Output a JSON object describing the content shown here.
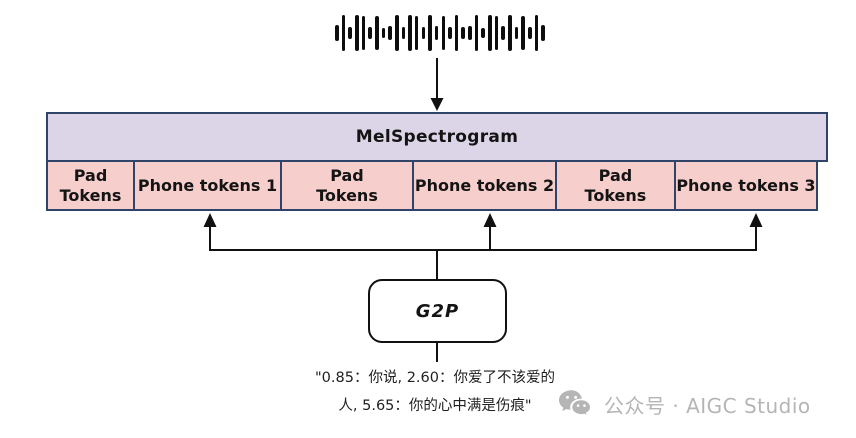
{
  "diagram": {
    "mel_box_label": "MelSpectrogram",
    "g2p_label": "G2P"
  },
  "waveform": {
    "icon": "audio-waveform-icon",
    "bars": [
      16,
      36,
      12,
      36,
      34,
      12,
      34,
      10,
      14,
      36,
      12,
      36,
      34,
      12,
      36,
      14,
      34,
      12,
      36,
      12,
      14,
      36,
      10,
      36,
      34,
      14,
      36,
      12,
      34,
      12,
      36,
      16
    ]
  },
  "token_row": {
    "cells": [
      {
        "name": "cell-pad-tokens-1",
        "lines": [
          "Pad",
          "Tokens"
        ],
        "width_pct": 11.38
      },
      {
        "name": "cell-phone-tokens-1",
        "lines": [
          "Phone tokens 1"
        ],
        "width_pct": 19.05
      },
      {
        "name": "cell-pad-tokens-2",
        "lines": [
          "Pad",
          "Tokens"
        ],
        "width_pct": 17.14
      },
      {
        "name": "cell-phone-tokens-2",
        "lines": [
          "Phone tokens 2"
        ],
        "width_pct": 18.54
      },
      {
        "name": "cell-pad-tokens-3",
        "lines": [
          "Pad",
          "Tokens"
        ],
        "width_pct": 15.47
      },
      {
        "name": "cell-phone-tokens-3",
        "lines": [
          "Phone tokens 3"
        ],
        "width_pct": 18.42
      }
    ]
  },
  "caption": {
    "lines": [
      "\"0.85：你说, 2.60：你爱了不该爱的",
      "人, 5.65：你的心中满是伤痕\""
    ]
  },
  "watermark": {
    "icon": "wechat-icon",
    "label": "公众号 · AIGC Studio"
  },
  "colors": {
    "mel_box_fill": "#dcd5e8",
    "token_cell_fill": "#f6cecc",
    "box_border": "#2f4468",
    "line_black": "#111111",
    "watermark_gray": "#b5b5b5"
  }
}
